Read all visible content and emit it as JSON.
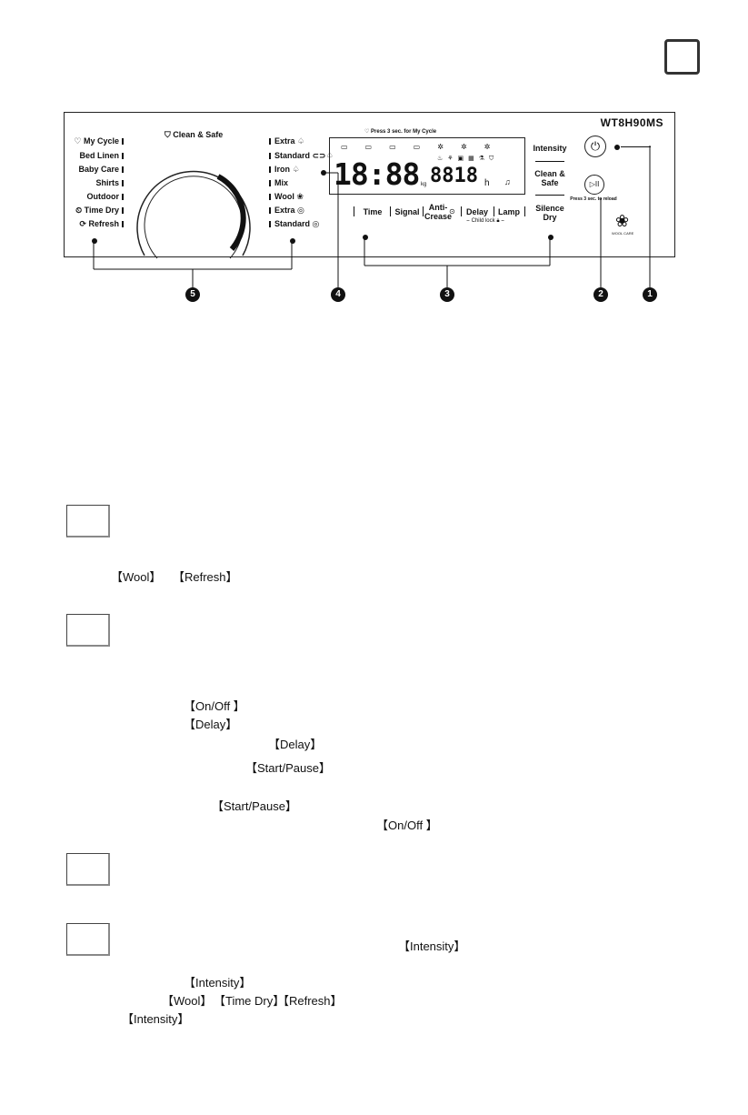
{
  "panel": {
    "model": "WT8H90MS",
    "clean_safe_top": "Clean & Safe",
    "press_hint_top": "Press 3 sec. for My Cycle",
    "left_programs": [
      "My Cycle",
      "Bed Linen",
      "Baby Care",
      "Shirts",
      "Outdoor",
      "Time Dry",
      "Refresh"
    ],
    "right_programs": [
      "Extra",
      "Standard",
      "Iron",
      "Mix",
      "Wool",
      "Extra",
      "Standard"
    ],
    "display": {
      "time": "18:88",
      "kg_label": "kg",
      "count": "8818",
      "h_label": "h"
    },
    "buttons": [
      "Time",
      "Signal",
      "Anti-Crease",
      "Delay",
      "Lamp"
    ],
    "child_lock": "Child lock",
    "side_buttons": [
      "Intensity",
      "Clean & Safe",
      "Silence Dry"
    ],
    "start_hint": "Press 3 sec. to reload",
    "wool_care": "WOOL CARE"
  },
  "callouts": [
    "1",
    "2",
    "3",
    "4",
    "5"
  ],
  "section1": {
    "k1": "【Wool】",
    "k2": "【Refresh】"
  },
  "section2": {
    "k_onoff": "【On/Off 】",
    "k_delay": "【Delay】",
    "k_delay2": "【Delay】",
    "k_start": "【Start/Pause】",
    "k_start2": "【Start/Pause】",
    "k_onoff2": "【On/Off 】"
  },
  "section4": {
    "k_intensity": "【Intensity】",
    "k_intensity2": "【Intensity】",
    "k_wool": "【Wool】",
    "k_timedry": "【Time Dry】",
    "k_refresh": "【Refresh】",
    "k_intensity3": "【Intensity】"
  }
}
